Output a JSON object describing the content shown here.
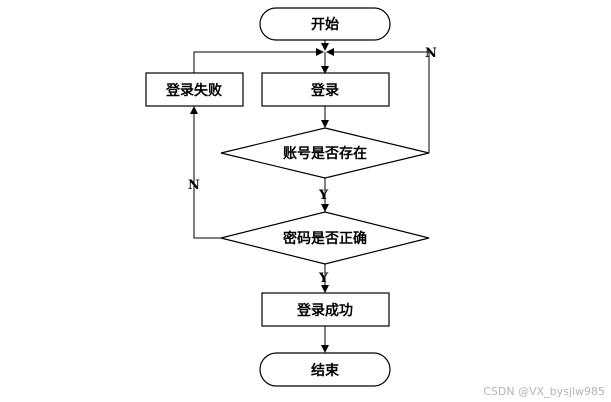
{
  "nodes": {
    "start": "开始",
    "login": "登录",
    "login_fail": "登录失败",
    "account_exists": "账号是否存在",
    "password_correct": "密码是否正确",
    "login_success": "登录成功",
    "end": "结束"
  },
  "edge_labels": {
    "account_no": "N",
    "account_yes": "Y",
    "password_no": "N",
    "password_yes": "Y"
  },
  "watermark": "CSDN @VX_bysjlw985"
}
